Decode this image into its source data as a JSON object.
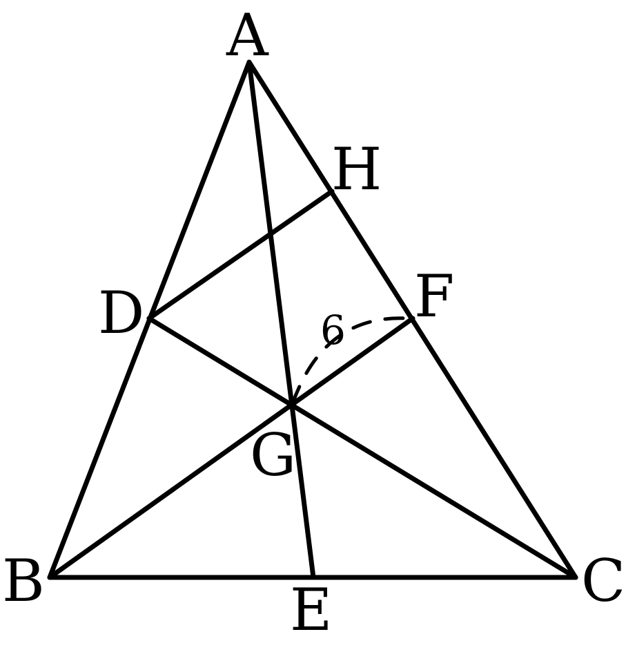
{
  "figure": {
    "points": [
      "A",
      "B",
      "C",
      "D",
      "E",
      "F",
      "G",
      "H"
    ],
    "segments": [
      "AB",
      "BC",
      "CA",
      "AE",
      "BF",
      "CD",
      "DH"
    ],
    "measure_label": "6"
  },
  "labels": {
    "A": "A",
    "B": "B",
    "C": "C",
    "D": "D",
    "E": "E",
    "F": "F",
    "G": "G",
    "H": "H",
    "measure": "6"
  },
  "colors": {
    "stroke": "#000000",
    "background": "#ffffff"
  }
}
